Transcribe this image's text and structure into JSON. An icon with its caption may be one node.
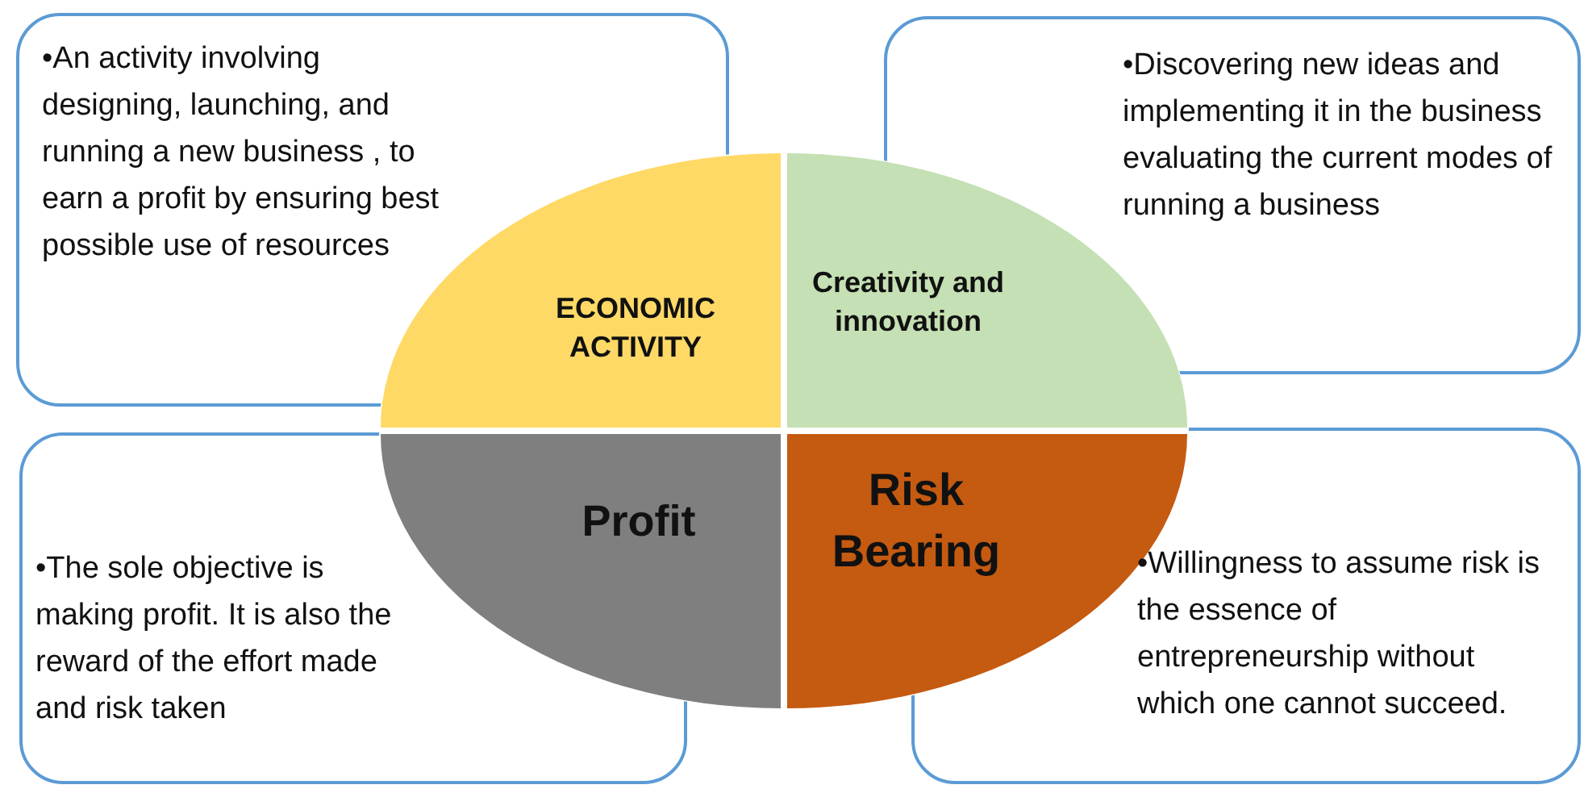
{
  "diagram": {
    "nodes": [
      {
        "text": [
          "•An activity involving designing, launching, and running a new business , to earn a profit by ensuring best possible use of resources"
        ]
      },
      {
        "text": [
          "•Discovering new ideas and implementing it in the business evaluating the current modes of running a business"
        ]
      },
      {
        "text": [
          "ECONOMIC ACTIVITY"
        ]
      },
      {
        "text": [
          "Creativity and innovation"
        ]
      },
      {
        "text": [
          "Profit"
        ]
      },
      {
        "text": [
          "Risk Bearing"
        ]
      },
      {
        "text": [
          "•The sole objective is making profit. It is also the reward of the effort made and risk taken"
        ]
      },
      {
        "text": [
          "•Willingness to assume risk is the essence of entrepreneurship without which one cannot succeed."
        ]
      }
    ]
  }
}
